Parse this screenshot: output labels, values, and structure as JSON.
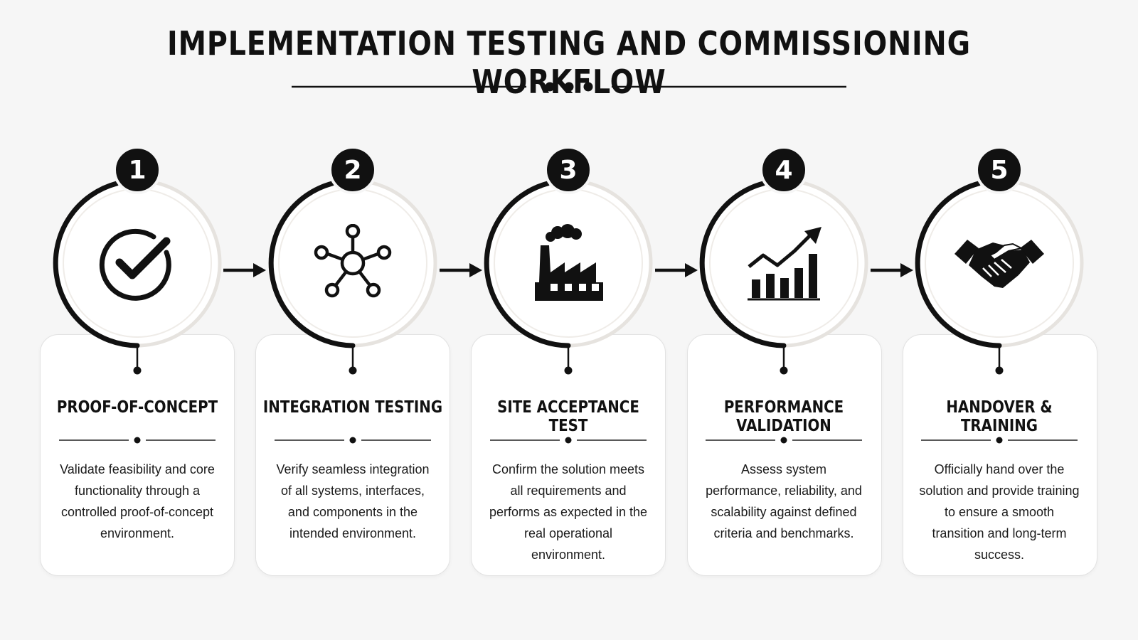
{
  "title": "IMPLEMENTATION TESTING AND COMMISSIONING WORKFLOW",
  "steps": [
    {
      "number": "1",
      "icon": "checkmark-circle-icon",
      "title": "PROOF-OF-CONCEPT",
      "description": "Validate feasibility and core functionality through a controlled proof-of-concept environment."
    },
    {
      "number": "2",
      "icon": "network-nodes-icon",
      "title": "INTEGRATION TESTING",
      "description": "Verify seamless integration of all systems, interfaces, and components in the intended environment."
    },
    {
      "number": "3",
      "icon": "factory-icon",
      "title": "SITE ACCEPTANCE TEST",
      "description": "Confirm the solution meets all requirements and performs as expected in the real operational environment."
    },
    {
      "number": "4",
      "icon": "growth-chart-icon",
      "title": "PERFORMANCE VALIDATION",
      "description": "Assess system performance, reliability, and scalability against defined criteria and benchmarks."
    },
    {
      "number": "5",
      "icon": "handshake-icon",
      "title": "HANDOVER & TRAINING",
      "description": "Officially hand over the solution and provide training to ensure a smooth transition and long-term success."
    }
  ],
  "colors": {
    "ink": "#111111",
    "background": "#f6f6f6",
    "card": "#ffffff"
  }
}
